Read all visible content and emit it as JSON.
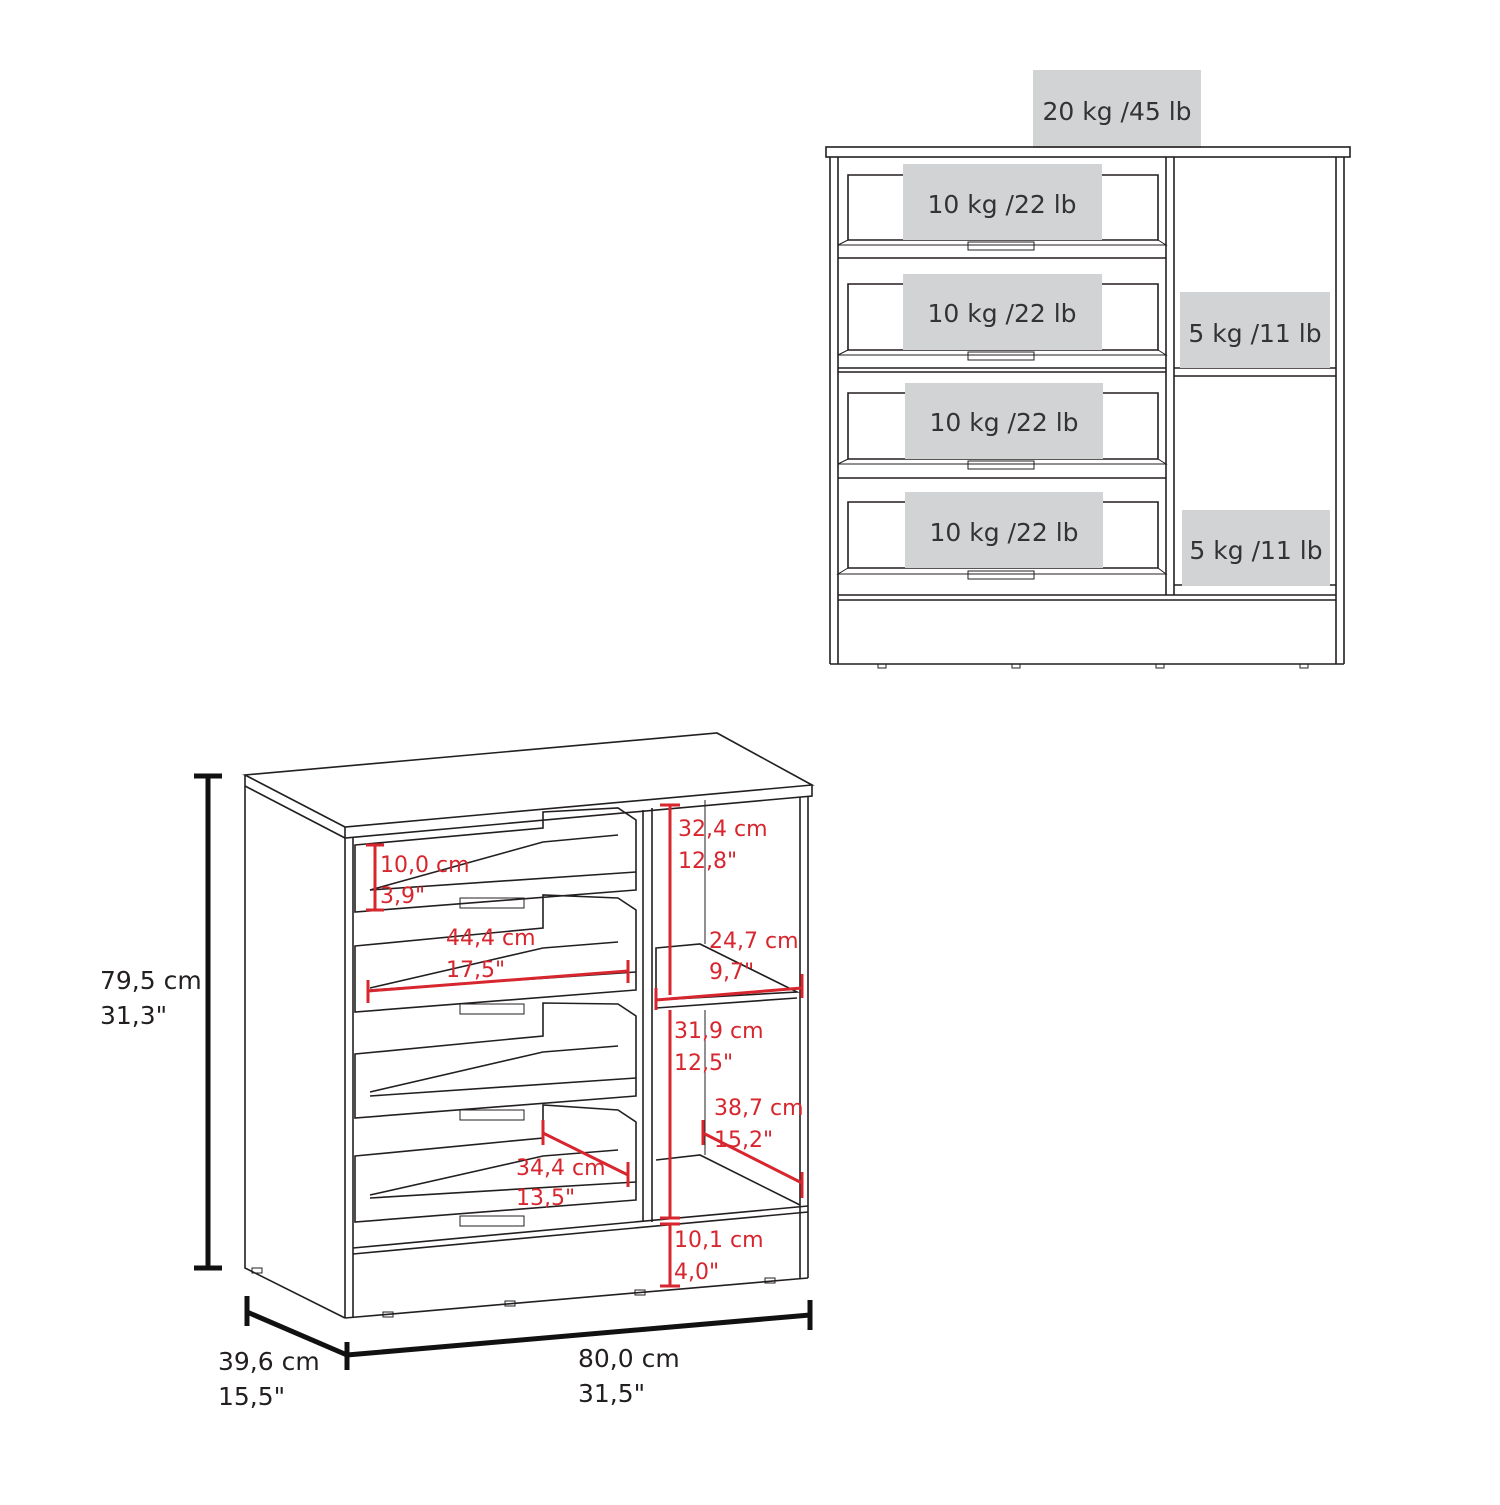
{
  "loads": {
    "top": "20 kg /45 lb",
    "drawer1": "10 kg /22 lb",
    "drawer2": "10 kg /22 lb",
    "drawer3": "10 kg /22 lb",
    "drawer4": "10 kg /22 lb",
    "shelf_mid": "5 kg /11 lb",
    "shelf_bottom": "5 kg /11 lb"
  },
  "dimensions": {
    "height": {
      "cm": "79,5 cm",
      "in": "31,3\""
    },
    "depth": {
      "cm": "39,6 cm",
      "in": "15,5\""
    },
    "width": {
      "cm": "80,0 cm",
      "in": "31,5\""
    },
    "drawer_height": {
      "cm": "10,0 cm",
      "in": "3,9\""
    },
    "drawer_width": {
      "cm": "44,4 cm",
      "in": "17,5\""
    },
    "drawer_depth": {
      "cm": "34,4 cm",
      "in": "13,5\""
    },
    "upper_compartment_height": {
      "cm": "32,4 cm",
      "in": "12,8\""
    },
    "shelf_width": {
      "cm": "24,7 cm",
      "in": "9,7\""
    },
    "lower_compartment_height": {
      "cm": "31,9 cm",
      "in": "12,5\""
    },
    "compartment_depth": {
      "cm": "38,7 cm",
      "in": "15,2\""
    },
    "base_height": {
      "cm": "10,1 cm",
      "in": "4,0\""
    }
  },
  "colors": {
    "dimension_red": "#d7262e",
    "label_box": "#d1d3d4",
    "outline": "#231f20"
  }
}
